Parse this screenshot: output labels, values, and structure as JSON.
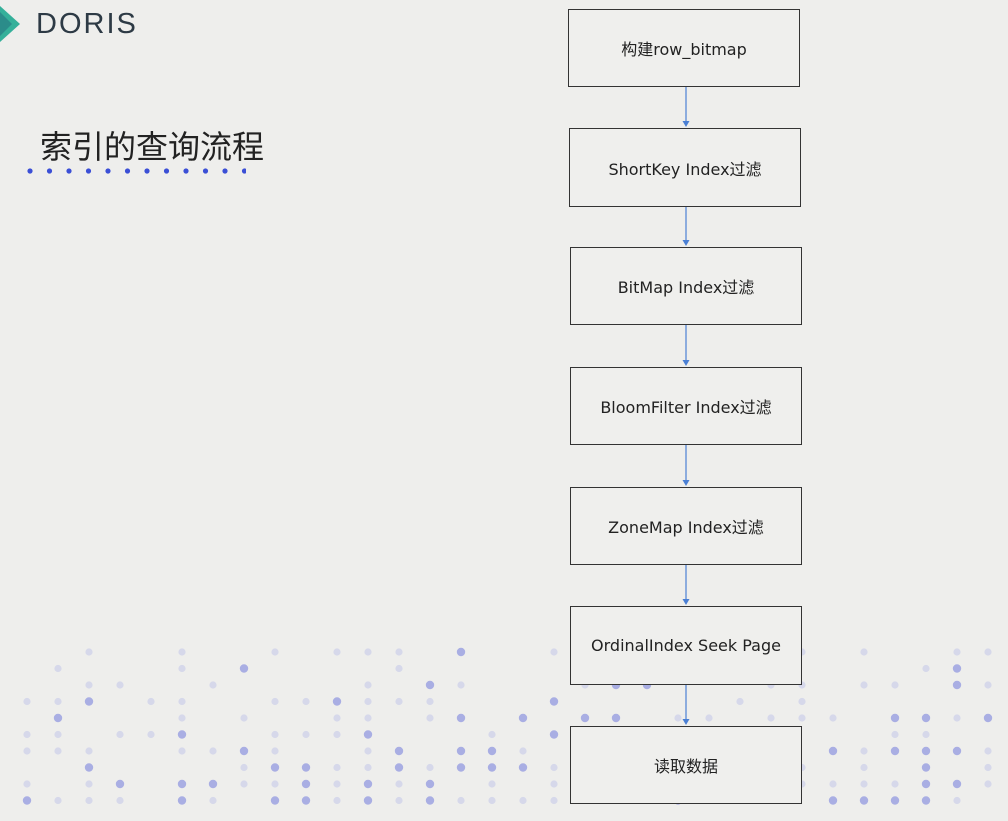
{
  "brand": {
    "name": "DORIS"
  },
  "slide": {
    "title": "索引的查询流程"
  },
  "flow": {
    "steps": [
      {
        "label": "构建row_bitmap"
      },
      {
        "label": "ShortKey Index过滤"
      },
      {
        "label": "BitMap Index过滤"
      },
      {
        "label": "BloomFilter Index过滤"
      },
      {
        "label": "ZoneMap Index过滤"
      },
      {
        "label": "OrdinalIndex Seek Page"
      },
      {
        "label": "读取数据"
      }
    ]
  },
  "colors": {
    "accent": "#3b4fd6",
    "arrow": "#4a7fd4",
    "logo_green": "#34b09a",
    "logo_teal": "#2b8c8a",
    "dots": "#c9cbe8"
  }
}
